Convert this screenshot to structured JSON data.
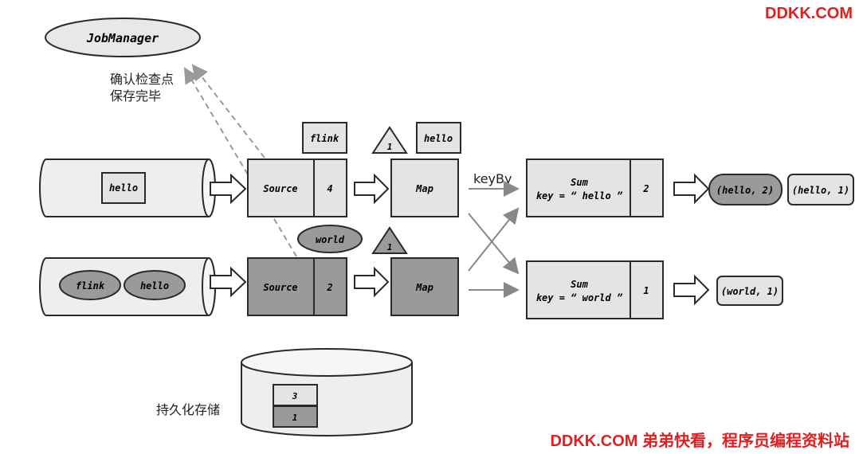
{
  "job_manager": "JobManager",
  "checkpoint_ack": [
    "确认检查点",
    "保存完毕"
  ],
  "storage_label": "持久化存储",
  "storage_entries": [
    "3",
    "1"
  ],
  "key_by": "keyBy",
  "sources": [
    {
      "label": "Source",
      "offset": "4",
      "input": [
        "hello"
      ]
    },
    {
      "label": "Source",
      "offset": "2",
      "input": [
        "flink",
        "hello"
      ]
    }
  ],
  "in_flight_top": [
    "flink",
    "hello"
  ],
  "in_flight_mid": "world",
  "map_label": "Map",
  "barrier_labels": [
    "1",
    "1"
  ],
  "sums": [
    {
      "label": "Sum",
      "key": "key = “ hello ”",
      "count": "2",
      "outputs": [
        "(hello, 2)",
        "(hello, 1)"
      ]
    },
    {
      "label": "Sum",
      "key": "key = “ world ”",
      "count": "1",
      "outputs": [
        "(world, 1)"
      ]
    }
  ],
  "colors": {
    "light": "#e4e4e4",
    "dark": "#9a9a9a",
    "stroke": "#2a2a2a",
    "watermark": "#e02020"
  },
  "watermarks": {
    "top": "DDKK.COM",
    "bottom": "DDKK.COM 弟弟快看，程序员编程资料站"
  }
}
